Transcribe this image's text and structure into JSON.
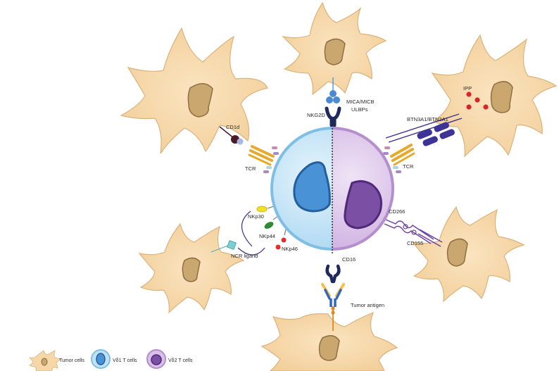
{
  "labels": {
    "mica": "MICA/MICB",
    "ulbps": "ULBPs",
    "nkg2d": "NKG2D",
    "cd1d": "CD1d",
    "tcr_left": "TCR",
    "tcr_right": "TCR",
    "btn": "BTN3A1/BTN2A1",
    "ipp": "IPP",
    "nkp30": "NKp30",
    "nkp44": "NKp44",
    "nkp46": "NKp46",
    "ncr_ligand": "NCR ligand",
    "cd266": "CD266",
    "cd155": "CD155",
    "cd16": "CD16",
    "tumor_antigen": "Tumor antigen"
  },
  "legend": {
    "tumor": "Tumor cells",
    "vd1": "Vδ1 T cells",
    "vd2": "Vδ2 T cells"
  },
  "colors": {
    "tumor_fill": "#f5d7a8",
    "vd1_blue": "#8ec9ec",
    "vd2_purple": "#c8a8d8",
    "receptor_navy": "#1f2a5c"
  }
}
